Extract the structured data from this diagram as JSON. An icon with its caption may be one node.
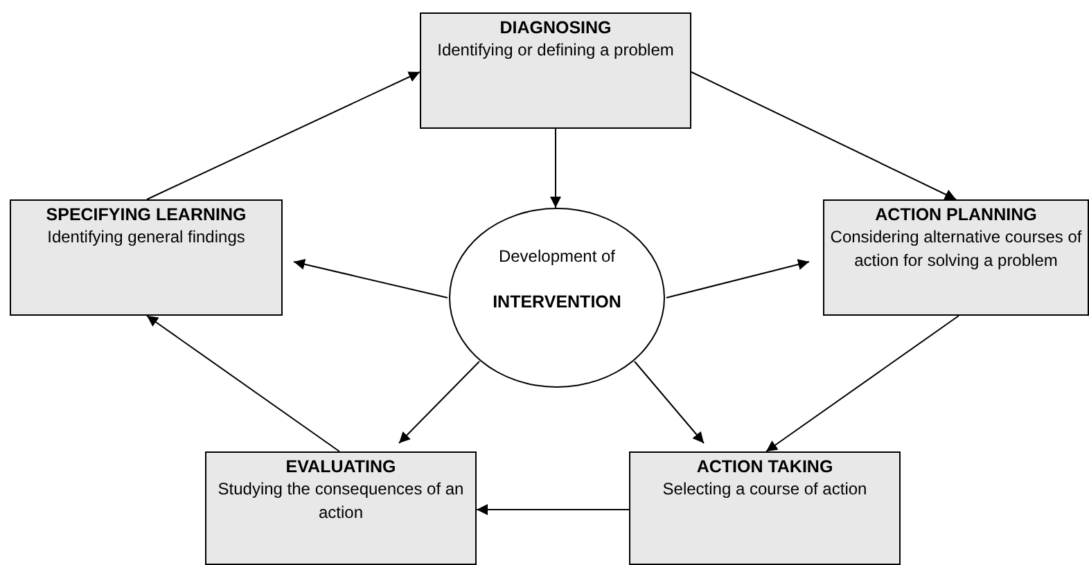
{
  "diagram": {
    "nodes": [
      {
        "text": [
          "DIAGNOSING",
          "Identifying or defining a problem"
        ]
      },
      {
        "text": [
          "SPECIFYING LEARNING",
          "Identifying general findings"
        ]
      },
      {
        "text": [
          "Development of",
          "INTERVENTION"
        ]
      },
      {
        "text": [
          "ACTION PLANNING",
          "Considering alternative courses of action for solving a problem"
        ]
      },
      {
        "text": [
          "EVALUATING",
          "Studying the consequences of an action"
        ]
      },
      {
        "text": [
          "ACTION TAKING",
          "Selecting a course of action"
        ]
      }
    ],
    "edges": [
      {
        "from": 0,
        "to": 2,
        "arrow": "to"
      },
      {
        "from": 0,
        "to": 3,
        "arrow": "to"
      },
      {
        "from": 3,
        "to": 5,
        "arrow": "to"
      },
      {
        "from": 5,
        "to": 4,
        "arrow": "to"
      },
      {
        "from": 4,
        "to": 1,
        "arrow": "to"
      },
      {
        "from": 1,
        "to": 0,
        "arrow": "to"
      },
      {
        "from": 2,
        "to": 1,
        "arrow": "to"
      },
      {
        "from": 2,
        "to": 3,
        "arrow": "to"
      },
      {
        "from": 2,
        "to": 4,
        "arrow": "to"
      },
      {
        "from": 2,
        "to": 5,
        "arrow": "to"
      }
    ]
  }
}
